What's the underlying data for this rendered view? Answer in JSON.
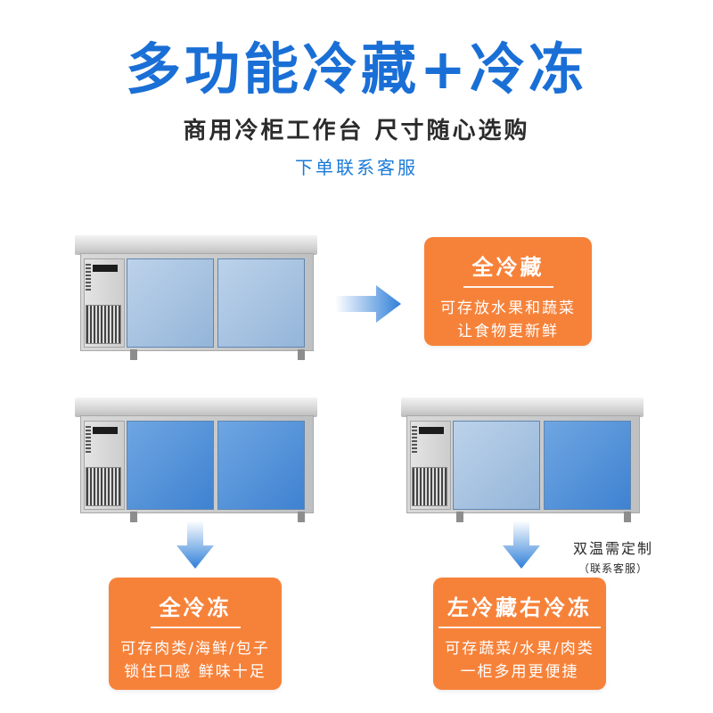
{
  "header": {
    "title": "多功能冷藏+冷冻",
    "subtitle": "商用冷柜工作台 尺寸随心选购",
    "note": "下单联系客服"
  },
  "colors": {
    "title_blue": "#1a6fd6",
    "card_orange": "#f6823a",
    "arrow_blue": "#2f7fd8"
  },
  "cards": [
    {
      "name": "全冷藏",
      "lines": [
        "可存放水果和蔬菜",
        "让食物更新鲜"
      ]
    },
    {
      "name": "全冷冻",
      "lines": [
        "可存肉类/海鲜/包子",
        "锁住口感 鲜味十足"
      ]
    },
    {
      "name": "左冷藏右冷冻",
      "lines": [
        "可存蔬菜/水果/肉类",
        "一柜多用更便捷"
      ]
    }
  ],
  "custom_note": {
    "text": "双温需定制",
    "sub": "（联系客服）"
  },
  "products": [
    {
      "icon": "fridge-all-chill-icon",
      "left_door": "chill",
      "right_door": "chill"
    },
    {
      "icon": "fridge-all-freeze-icon",
      "left_door": "freeze",
      "right_door": "freeze"
    },
    {
      "icon": "fridge-dual-temp-icon",
      "left_door": "chill",
      "right_door": "freeze"
    }
  ]
}
